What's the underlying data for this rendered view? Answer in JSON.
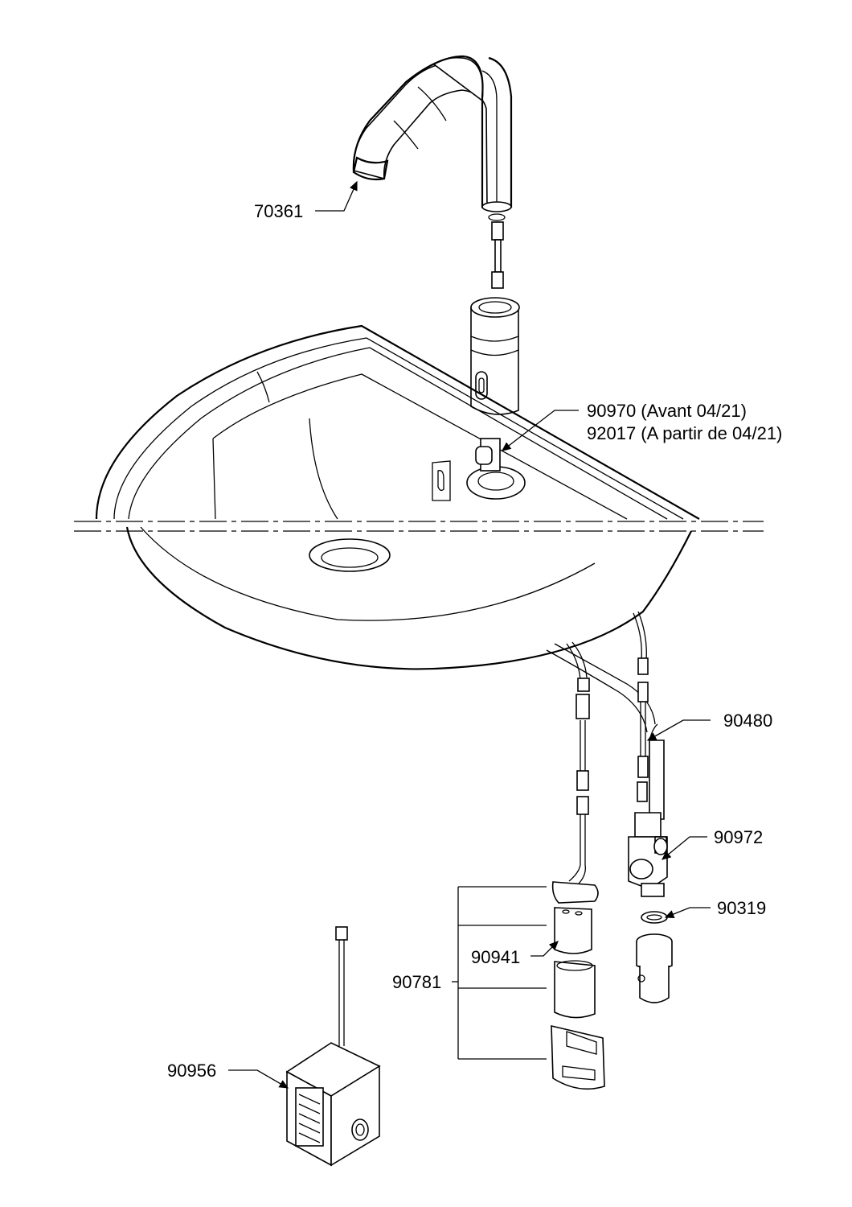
{
  "parts": [
    {
      "id": "spout",
      "number": "70361"
    },
    {
      "id": "mounting",
      "number": "90970 (Avant  04/21)",
      "number_alt": "92017 (A partir de 04/21)"
    },
    {
      "id": "cable",
      "number": "90480"
    },
    {
      "id": "valve",
      "number": "90972"
    },
    {
      "id": "seal",
      "number": "90319"
    },
    {
      "id": "battery",
      "number": "90941"
    },
    {
      "id": "battery-box",
      "number": "90781"
    },
    {
      "id": "power-supply",
      "number": "90956"
    }
  ]
}
